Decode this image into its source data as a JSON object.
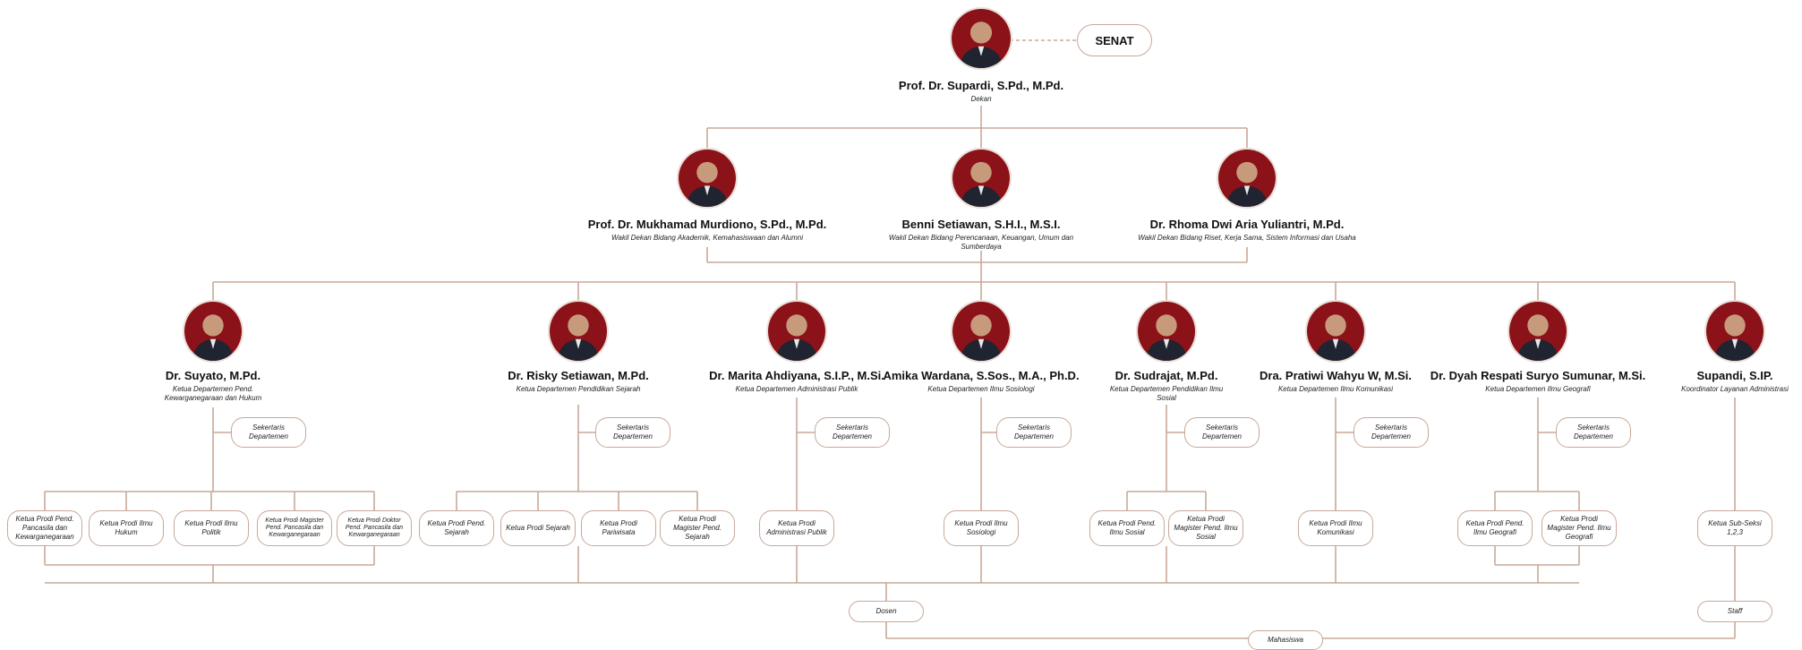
{
  "colors": {
    "line": "#c8a898",
    "box_border": "#c8a898",
    "photo_bg": "#8b1218"
  },
  "senat": "SENAT",
  "dean": {
    "name": "Prof. Dr. Supardi, S.Pd., M.Pd.",
    "title": "Dekan"
  },
  "vice_deans": [
    {
      "name": "Prof. Dr. Mukhamad Murdiono, S.Pd., M.Pd.",
      "title": "Wakil Dekan Bidang Akademik, Kemahasiswaan dan Alumni"
    },
    {
      "name": "Benni Setiawan, S.H.I., M.S.I.",
      "title": "Wakil Dekan Bidang Perencanaan, Keuangan, Umum dan Sumberdaya"
    },
    {
      "name": "Dr. Rhoma Dwi Aria Yuliantri, M.Pd.",
      "title": "Wakil Dekan Bidang Riset, Kerja Sama, Sistem Informasi dan Usaha"
    }
  ],
  "departments": [
    {
      "name": "Dr. Suyato, M.Pd.",
      "title": "Ketua Departemen Pend. Kewarganegaraan dan Hukum",
      "sekretaris": "Sekertaris Departemen",
      "prodi": [
        "Ketua Prodi Pend. Pancasila dan Kewarganegaraan",
        "Ketua Prodi Ilmu Hukum",
        "Ketua Prodi Ilmu Politik",
        "Ketua Prodi Magister Pend. Pancasila dan Kewarganegaraan",
        "Ketua Prodi Doktor Pend. Pancasila dan Kewarganegaraan"
      ]
    },
    {
      "name": "Dr. Risky Setiawan, M.Pd.",
      "title": "Ketua Departemen Pendidikan Sejarah",
      "sekretaris": "Sekertaris Departemen",
      "prodi": [
        "Ketua Prodi Pend. Sejarah",
        "Ketua Prodi Sejarah",
        "Ketua Prodi Pariwisata",
        "Ketua Prodi Magister Pend. Sejarah"
      ]
    },
    {
      "name": "Dr. Marita Ahdiyana, S.I.P., M.Si.",
      "title": "Ketua Departemen Administrasi Publik",
      "sekretaris": "Sekertaris Departemen",
      "prodi": [
        "Ketua Prodi Administrasi Publik"
      ]
    },
    {
      "name": "Amika Wardana, S.Sos., M.A., Ph.D.",
      "title": "Ketua Departemen Ilmu Sosiologi",
      "sekretaris": "Sekertaris Departemen",
      "prodi": [
        "Ketua Prodi Ilmu Sosiologi"
      ]
    },
    {
      "name": "Dr. Sudrajat, M.Pd.",
      "title": "Ketua Departemen Pendidikan Ilmu Sosial",
      "sekretaris": "Sekertaris Departemen",
      "prodi": [
        "Ketua Prodi Pend. Ilmu Sosial",
        "Ketua Prodi Magister Pend. Ilmu Sosial"
      ]
    },
    {
      "name": "Dra. Pratiwi Wahyu W, M.Si.",
      "title": "Ketua Departemen Ilmu Komunikasi",
      "sekretaris": "Sekertaris Departemen",
      "prodi": [
        "Ketua Prodi Ilmu Komunikasi"
      ]
    },
    {
      "name": "Dr. Dyah Respati Suryo Sumunar, M.Si.",
      "title": "Ketua Departemen Ilmu Geografi",
      "sekretaris": "Sekertaris Departemen",
      "prodi": [
        "Ketua Prodi Pend. Ilmu Geografi",
        "Ketua Prodi Magister Pend. Ilmu Geografi"
      ]
    },
    {
      "name": "Supandi, S.IP.",
      "title": "Koordinator Layanan Administrasi",
      "prodi": [
        "Ketua Sub-Seksi 1,2,3"
      ]
    }
  ],
  "dosen": "Dosen",
  "staff": "Staff",
  "mahasiswa": "Mahasiswa"
}
